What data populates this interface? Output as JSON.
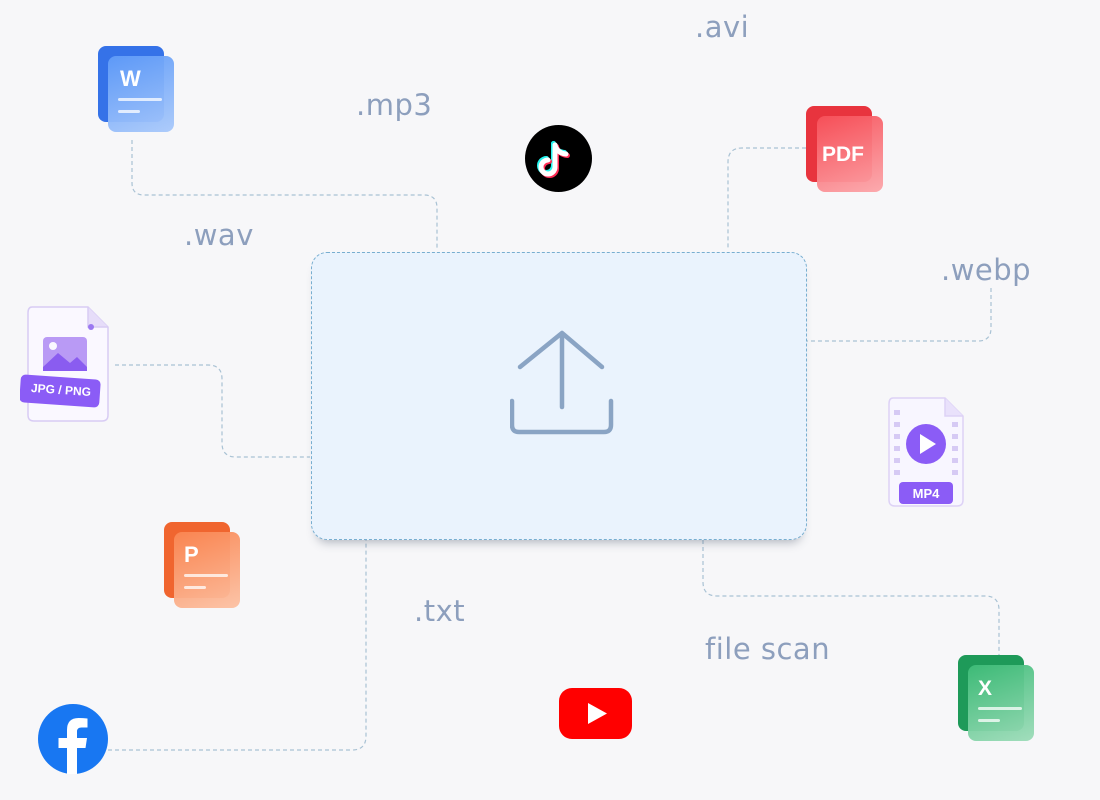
{
  "extensions": {
    "mp3": ".mp3",
    "avi": ".avi",
    "wav": ".wav",
    "webp": ".webp",
    "txt": ".txt",
    "scan": "file scan"
  },
  "icons": {
    "word": {
      "letter": "W",
      "color": "#3f7ef0"
    },
    "pdf": {
      "label": "PDF",
      "color": "#f0424c"
    },
    "image": {
      "label": "JPG / PNG",
      "color": "#8b5cf6"
    },
    "mp4": {
      "label": "MP4",
      "color": "#8b5cf6"
    },
    "powerpoint": {
      "letter": "P",
      "color": "#f6733e"
    },
    "excel": {
      "letter": "X",
      "color": "#23a25f"
    },
    "tiktok": {
      "color": "#000000"
    },
    "youtube": {
      "color": "#ff0000"
    },
    "facebook": {
      "color": "#1877f2"
    }
  },
  "upload": {
    "icon": "upload-icon",
    "color": "#8aa4c4"
  }
}
